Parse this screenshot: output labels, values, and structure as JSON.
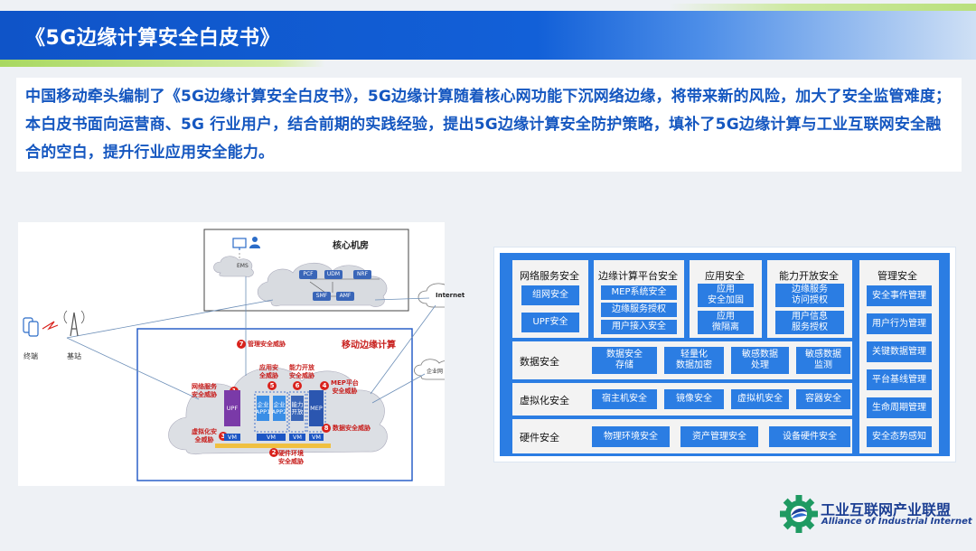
{
  "title": "《5G边缘计算安全白皮书》",
  "intro": "中国移动牵头编制了《5G边缘计算安全白皮书》，5G边缘计算随着核心网功能下沉网络边缘，将带来新的风险，加大了安全监管难度；本白皮书面向运营商、5G 行业用户，结合前期的实践经验，提出5G边缘计算安全防护策略，填补了5G边缘计算与工业互联网安全融合的空白，提升行业应用安全能力。",
  "diagram": {
    "core_room": "核心机房",
    "ems": "EMS",
    "nf": {
      "pcf": "PCF",
      "udm": "UDM",
      "nrf": "NRF",
      "smf": "SMF",
      "amf": "AMF"
    },
    "internet": "Internet",
    "enterprise_net": "企业网",
    "terminal": "终端",
    "base_station": "基站",
    "mec_title": "移动边缘计算",
    "threats": {
      "t1": "网络服务\n安全威胁",
      "t2": "应用安\n全威胁",
      "t3": "虚拟化安\n全威胁",
      "t4": "MEP平台\n安全威胁",
      "t5": "数据安全威胁",
      "t6": "能力开放\n安全威胁",
      "t7": "管理安全威胁",
      "t8": "硬件环境\n安全威胁"
    },
    "numbers": [
      "1",
      "2",
      "3",
      "4",
      "5",
      "6",
      "7",
      "8"
    ],
    "boxes": {
      "upf": "UPF",
      "app1": "企业\nAPP1",
      "app2": "企业\nAPP2",
      "cap": "能力\n开放",
      "mep": "MEP",
      "vm": "VM"
    }
  },
  "architecture": {
    "network_service": {
      "title": "网络服务安全",
      "items": [
        "组网安全",
        "UPF安全"
      ]
    },
    "edge_platform": {
      "title": "边缘计算平台安全",
      "items": [
        "MEP系统安全",
        "边缘服务授权",
        "用户接入安全"
      ]
    },
    "app_security": {
      "title": "应用安全",
      "items": [
        "应用\n安全加固",
        "应用\n微隔离"
      ]
    },
    "capability": {
      "title": "能力开放安全",
      "items": [
        "边缘服务\n访问授权",
        "用户信息\n服务授权"
      ]
    },
    "data_security": {
      "title": "数据安全",
      "items": [
        "数据安全\n存储",
        "轻量化\n数据加密",
        "敏感数据\n处理",
        "敏感数据\n监测"
      ]
    },
    "virtualization": {
      "title": "虚拟化安全",
      "items": [
        "宿主机安全",
        "镜像安全",
        "虚拟机安全",
        "容器安全"
      ]
    },
    "hardware": {
      "title": "硬件安全",
      "items": [
        "物理环境安全",
        "资产管理安全",
        "设备硬件安全"
      ]
    },
    "management": {
      "title": "管理安全",
      "items": [
        "安全事件管理",
        "用户行为管理",
        "关键数据管理",
        "平台基线管理",
        "生命周期管理",
        "安全态势感知"
      ]
    }
  },
  "logo": {
    "cn": "工业互联网产业联盟",
    "en": "Alliance of Industrial Internet"
  },
  "colors": {
    "brand_blue": "#1557c0",
    "box_blue": "#2b7de3",
    "threat_red": "#c8201e"
  }
}
